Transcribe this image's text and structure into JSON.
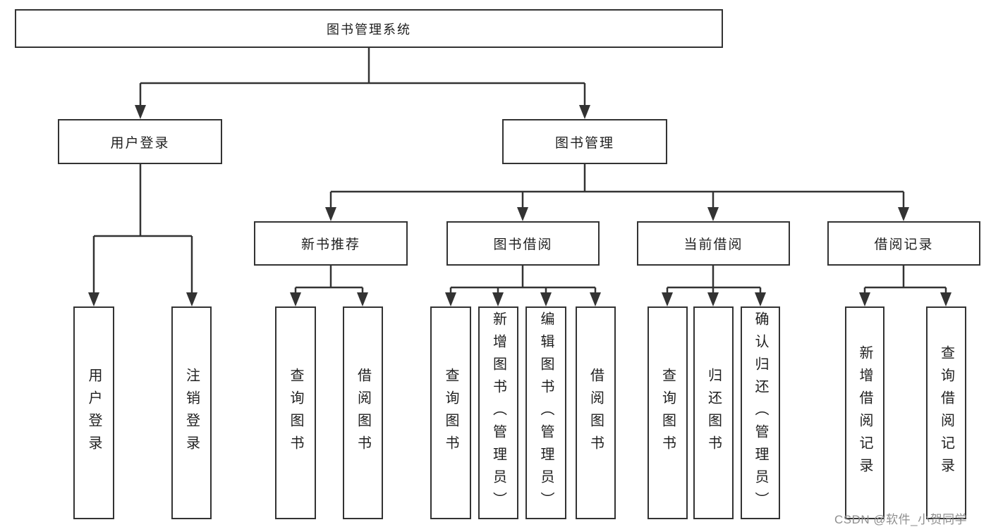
{
  "page": {
    "background": "#ffffff",
    "line_color": "#333333",
    "text_color": "#1f1f1f",
    "watermark_color": "#8f8f8f"
  },
  "watermark": {
    "text": "CSDN @软件_小贺同学"
  },
  "nodes": {
    "root": "图书管理系统",
    "user_login": "用户登录",
    "book_mgmt": "图书管理",
    "new_book_rec": "新书推荐",
    "book_borrow": "图书借阅",
    "current_borrow": "当前借阅",
    "borrow_records": "借阅记录",
    "leaf_user_login": "用户登录",
    "leaf_logout": "注销登录",
    "leaf_query_book_rec": "查询图书",
    "leaf_borrow_book_rec": "借阅图书",
    "leaf_query_book_borrow": "查询图书",
    "leaf_add_book_admin": "新增图书（管理员）",
    "leaf_edit_book_admin": "编辑图书（管理员）",
    "leaf_borrow_book_borrow": "借阅图书",
    "leaf_query_book_current": "查询图书",
    "leaf_return_book": "归还图书",
    "leaf_confirm_return_admin": "确认归还（管理员）",
    "leaf_add_borrow_record": "新增借阅记录",
    "leaf_query_borrow_record": "查询借阅记录"
  },
  "tree": {
    "label": "图书管理系统",
    "children": [
      {
        "label": "用户登录",
        "children": [
          {
            "label": "用户登录"
          },
          {
            "label": "注销登录"
          }
        ]
      },
      {
        "label": "图书管理",
        "children": [
          {
            "label": "新书推荐",
            "children": [
              {
                "label": "查询图书"
              },
              {
                "label": "借阅图书"
              }
            ]
          },
          {
            "label": "图书借阅",
            "children": [
              {
                "label": "查询图书"
              },
              {
                "label": "新增图书（管理员）"
              },
              {
                "label": "编辑图书（管理员）"
              },
              {
                "label": "借阅图书"
              }
            ]
          },
          {
            "label": "当前借阅",
            "children": [
              {
                "label": "查询图书"
              },
              {
                "label": "归还图书"
              },
              {
                "label": "确认归还（管理员）"
              }
            ]
          },
          {
            "label": "借阅记录",
            "children": [
              {
                "label": "新增借阅记录"
              },
              {
                "label": "查询借阅记录"
              }
            ]
          }
        ]
      }
    ]
  }
}
